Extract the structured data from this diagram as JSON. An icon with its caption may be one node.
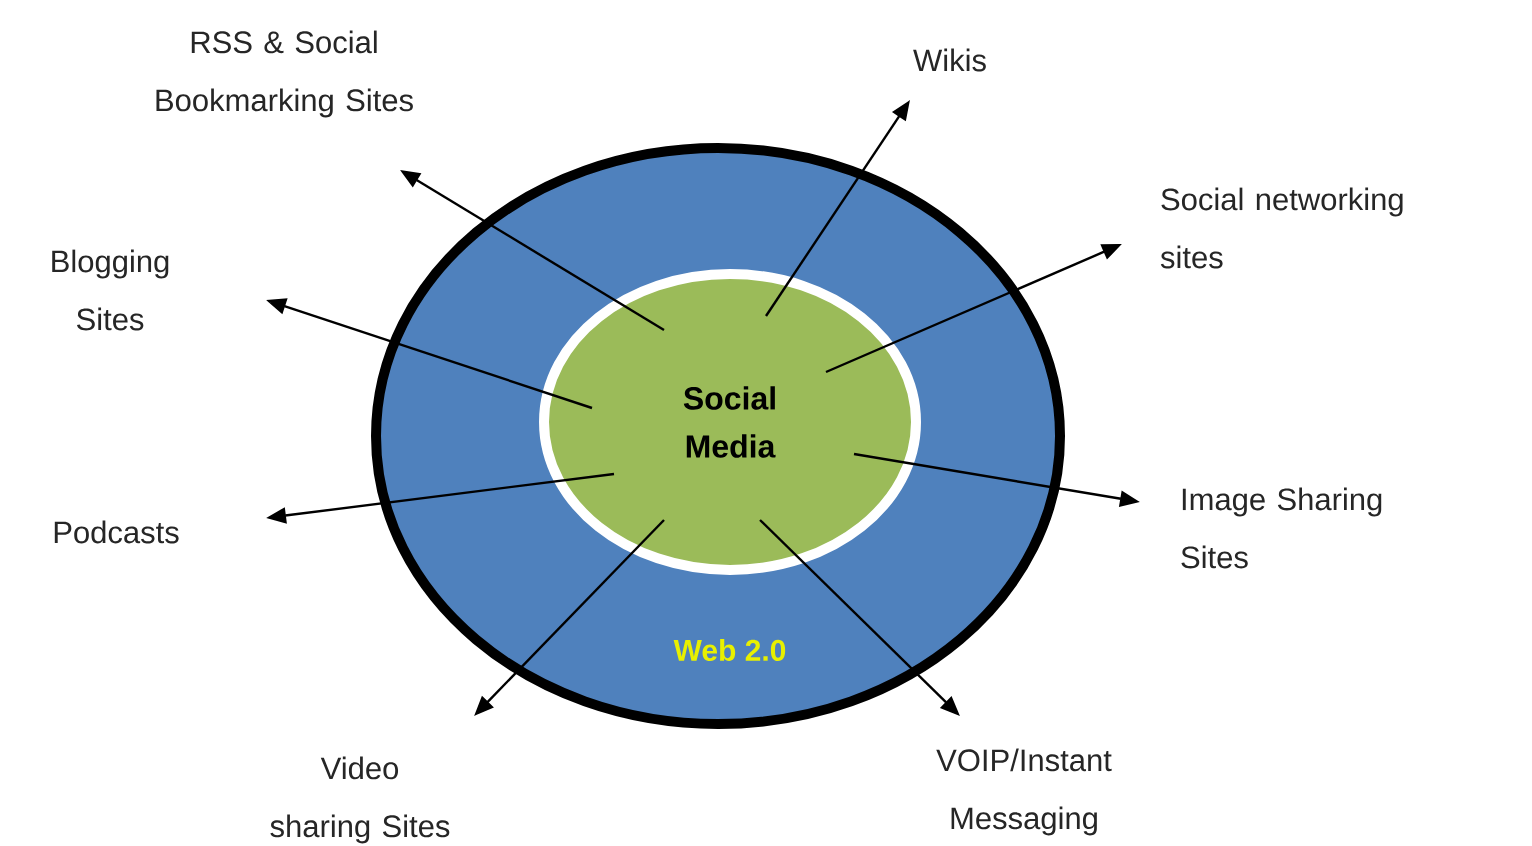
{
  "diagram": {
    "nodes": [
      {
        "text": [
          "Web 2.0"
        ]
      },
      {
        "text": [
          "Social Media"
        ],
        "in": 0
      },
      {
        "text": [
          "RSS & Social Bookmarking Sites"
        ]
      },
      {
        "text": [
          "Wikis"
        ]
      },
      {
        "text": [
          "Blogging Sites"
        ]
      },
      {
        "text": [
          "Social networking sites"
        ]
      },
      {
        "text": [
          "Podcasts"
        ]
      },
      {
        "text": [
          "Image Sharing Sites"
        ]
      },
      {
        "text": [
          "Video sharing Sites"
        ]
      },
      {
        "text": [
          "VOIP/Instant Messaging"
        ]
      }
    ],
    "edges": [
      {
        "from": 1,
        "to": 2,
        "arrow": "to"
      },
      {
        "from": 1,
        "to": 3,
        "arrow": "to"
      },
      {
        "from": 1,
        "to": 4,
        "arrow": "to"
      },
      {
        "from": 1,
        "to": 5,
        "arrow": "to"
      },
      {
        "from": 1,
        "to": 6,
        "arrow": "to"
      },
      {
        "from": 1,
        "to": 7,
        "arrow": "to"
      },
      {
        "from": 1,
        "to": 8,
        "arrow": "to"
      },
      {
        "from": 1,
        "to": 9,
        "arrow": "to"
      }
    ]
  }
}
